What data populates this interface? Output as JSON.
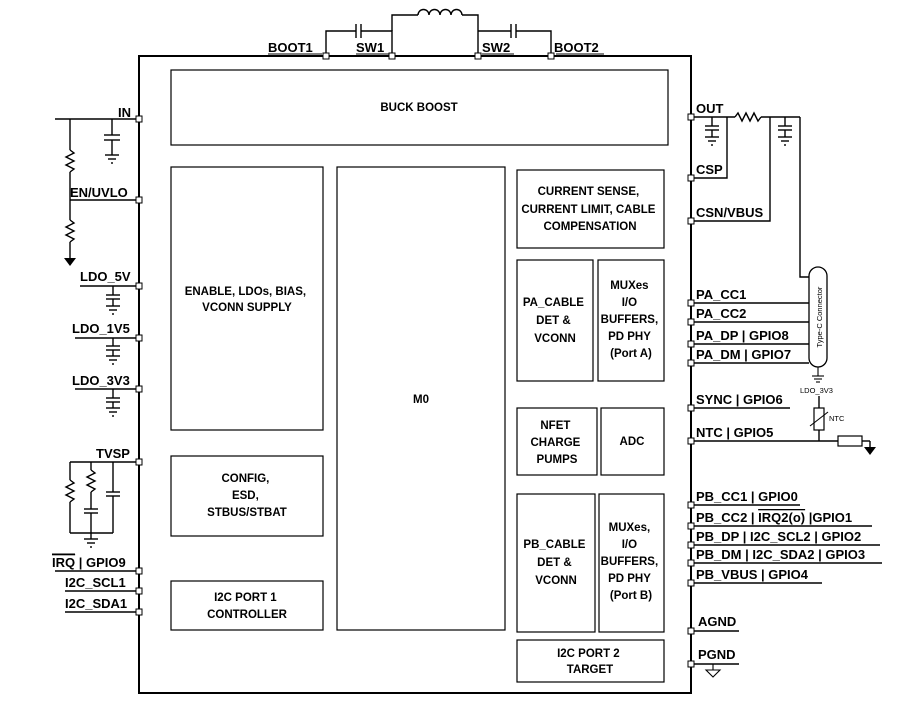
{
  "top_pins": {
    "boot1": "BOOT1",
    "sw1": "SW1",
    "sw2": "SW2",
    "boot2": "BOOT2"
  },
  "left_pins": {
    "in": "IN",
    "en_uvlo": "EN/UVLO",
    "ldo_5v": "LDO_5V",
    "ldo_1v5": "LDO_1V5",
    "ldo_3v3": "LDO_3V3",
    "tvsp": "TVSP",
    "irq": "IRQ",
    "gpio9": " | GPIO9",
    "i2c_scl1": "I2C_SCL1",
    "i2c_sda1": "I2C_SDA1"
  },
  "right_pins": {
    "out": "OUT",
    "csp": "CSP",
    "csn_vbus": "CSN/VBUS",
    "pa_cc1": "PA_CC1",
    "pa_cc2": "PA_CC2",
    "pa_dp": "PA_DP | GPIO8",
    "pa_dm": "PA_DM | GPIO7",
    "sync": "SYNC | GPIO6",
    "ntc": "NTC | GPIO5",
    "pb_cc1": "PB_CC1 | GPIO0",
    "pb_cc2_a": "PB_CC2 | ",
    "pb_cc2_irq": "IRQ2(o)",
    "pb_cc2_b": " |GPIO1",
    "pb_dp": "PB_DP | I2C_SCL2 | GPIO2",
    "pb_dm": "PB_DM | I2C_SDA2 | GPIO3",
    "pb_vbus": "PB_VBUS | GPIO4",
    "agnd": "AGND",
    "pgnd": "PGND"
  },
  "blocks": {
    "buck_boost": "BUCK BOOST",
    "enable": [
      "ENABLE, LDOs, BIAS,",
      "VCONN SUPPLY"
    ],
    "config": [
      "CONFIG,",
      "ESD,",
      "STBUS/STBAT"
    ],
    "i2c1": [
      "I2C PORT 1",
      "CONTROLLER"
    ],
    "m0": "M0",
    "current_sense": [
      "CURRENT SENSE,",
      "CURRENT LIMIT, CABLE",
      "COMPENSATION"
    ],
    "pa_cable": [
      "PA_CABLE",
      "DET &",
      "VCONN"
    ],
    "mux_a": [
      "MUXes",
      "I/O",
      "BUFFERS,",
      "PD PHY",
      "(Port A)"
    ],
    "nfet": [
      "NFET",
      "CHARGE",
      "PUMPS"
    ],
    "adc": "ADC",
    "pb_cable": [
      "PB_CABLE",
      "DET &",
      "VCONN"
    ],
    "mux_b": [
      "MUXes,",
      "I/O",
      "BUFFERS,",
      "PD PHY",
      "(Port B)"
    ],
    "i2c2": [
      "I2C PORT 2",
      "TARGET"
    ]
  },
  "external": {
    "typec": "Type-C Connector",
    "ldo_3v3_small": "LDO_3V3",
    "ntc_small": "NTC"
  }
}
